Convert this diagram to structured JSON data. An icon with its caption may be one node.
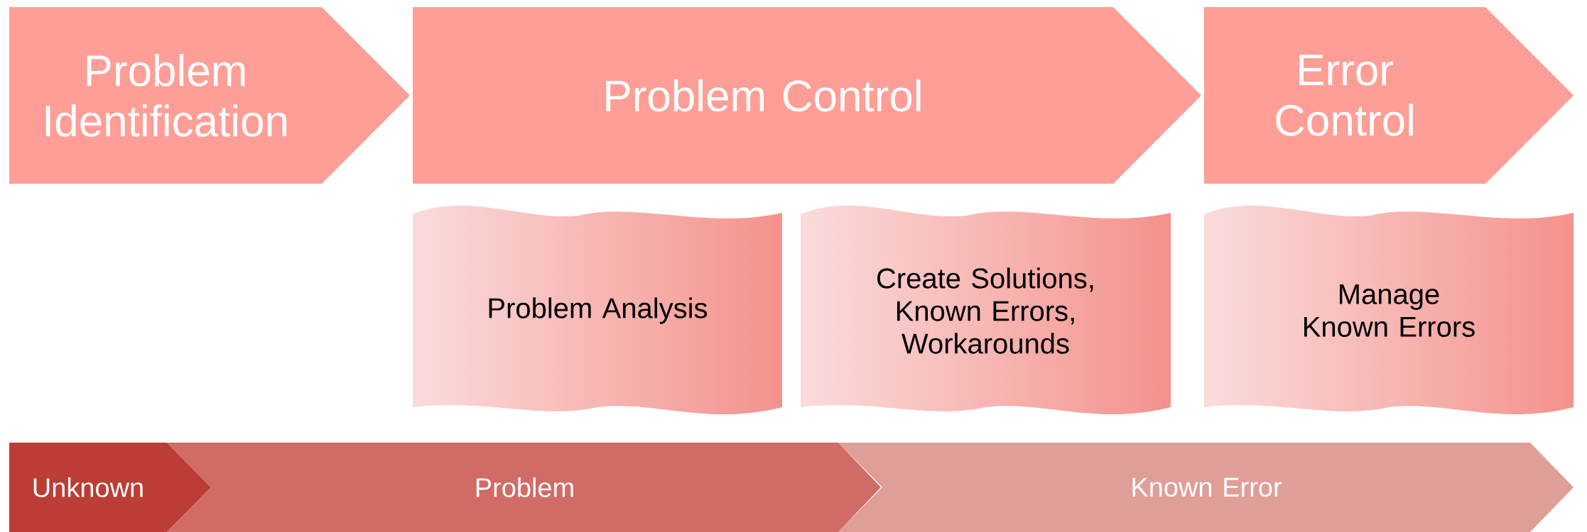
{
  "diagram": {
    "nodes": [
      {
        "text": [
          "Problem Identification"
        ]
      },
      {
        "text": [
          "Problem Control"
        ]
      },
      {
        "text": [
          "Error Control"
        ]
      },
      {
        "text": [
          "Problem Analysis"
        ]
      },
      {
        "text": [
          "Create Solutions, Known Errors, Workarounds"
        ]
      },
      {
        "text": [
          "Manage Known Errors"
        ]
      },
      {
        "text": [
          "Unknown"
        ]
      },
      {
        "text": [
          "Problem"
        ]
      },
      {
        "text": [
          "Known Error"
        ]
      }
    ]
  }
}
